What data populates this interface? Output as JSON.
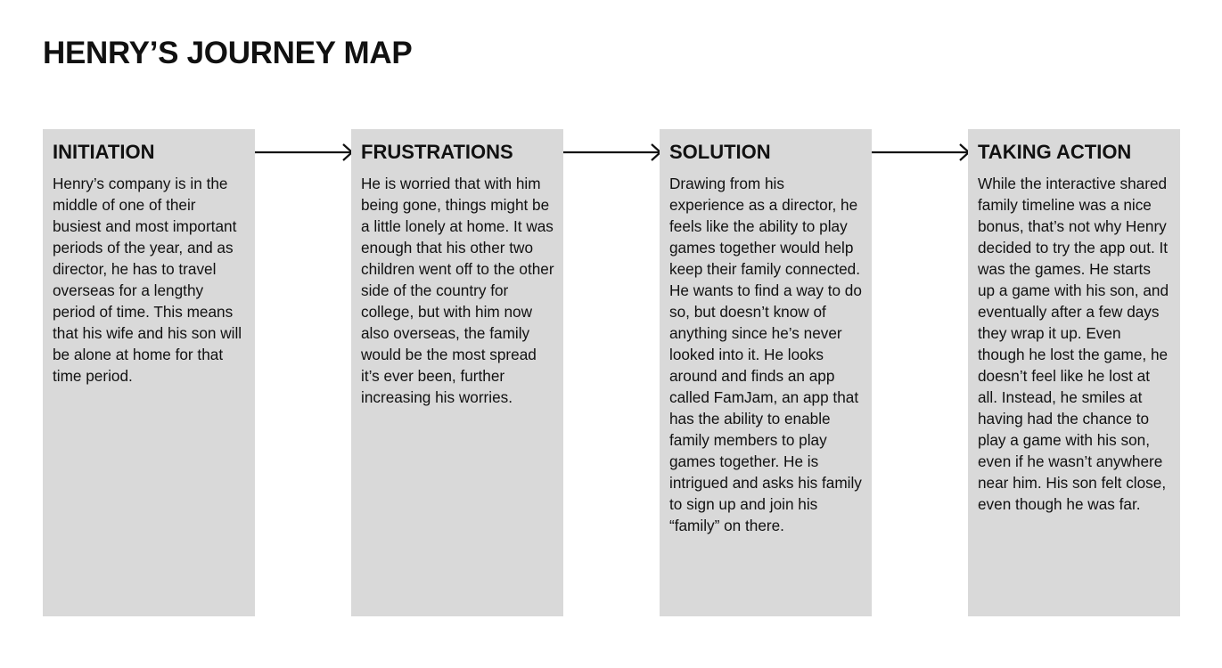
{
  "title": "HENRY’S JOURNEY MAP",
  "stages": [
    {
      "heading": "INITIATION",
      "body": "Henry’s company is in the middle of one of their busiest and most important periods of the year, and as director, he has to travel overseas for a lengthy period of time. This means that his wife and his son will be alone at home for that time period."
    },
    {
      "heading": "FRUSTRATIONS",
      "body": "He is worried that with him being gone, things might be a little lonely at home. It was enough that his other two children went off to the other side of the country for college, but with him now also overseas, the family would be the most spread it’s ever been, further increasing his worries."
    },
    {
      "heading": "SOLUTION",
      "body": "Drawing from his experience as a director, he feels like the ability to play games together would help keep their family connected. He wants to find a way to do so, but doesn’t know of anything since he’s never looked into it. He looks around and finds an app called FamJam, an app that has the ability to enable family members to play games together. He is intrigued and asks his family to sign up and join his “family” on there."
    },
    {
      "heading": "TAKING ACTION",
      "body": "While the interactive shared family timeline was a nice bonus, that’s not why Henry decided to try the app out. It was the games. He starts up a game with his son, and eventually after a few days they wrap it up. Even though he lost the game, he doesn’t feel like he lost at all. Instead, he smiles at having had the chance to play a game with his son, even if he wasn’t anywhere near him. His son felt close, even though he was far."
    }
  ],
  "colors": {
    "card_background": "#d9d9d9",
    "text": "#111111",
    "arrow": "#111111"
  },
  "icons": [
    "arrow-right-icon"
  ]
}
